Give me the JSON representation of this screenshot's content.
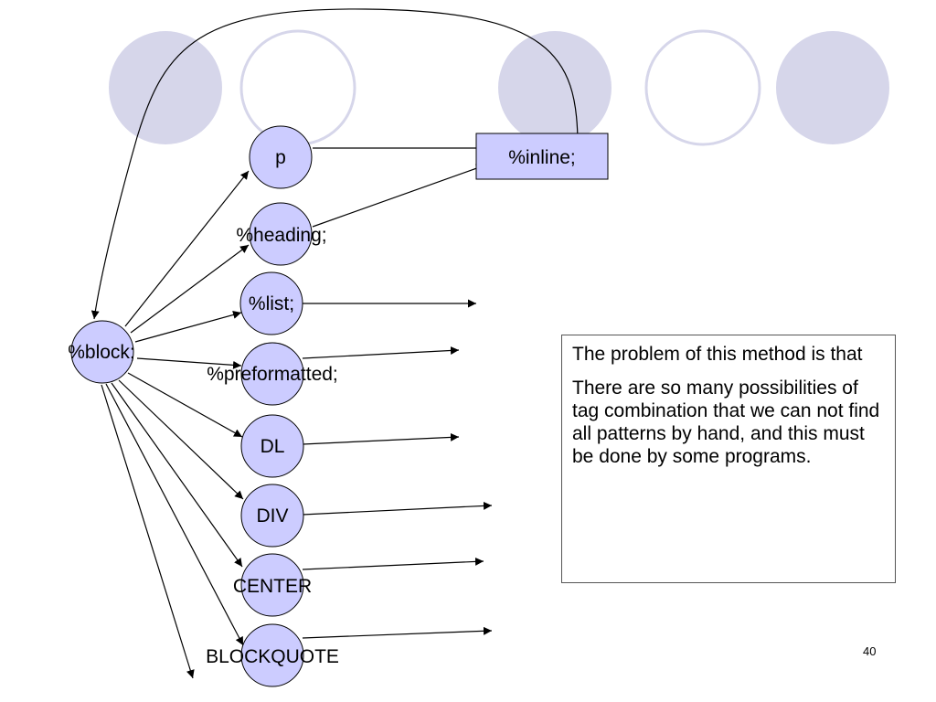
{
  "colors": {
    "node_fill": "#ccccff",
    "deco_fill": "#d6d6ea",
    "deco_stroke": "#d6d6ea",
    "edge": "#000000"
  },
  "nodes": {
    "block": "%block;",
    "p": "p",
    "heading": "%heading;",
    "list": "%list;",
    "preformatted": "%preformatted;",
    "dl": "DL",
    "div": "DIV",
    "center": "CENTER",
    "blockquote": "BLOCKQUOTE",
    "inline": "%inline;"
  },
  "note": {
    "paragraph_1": "The problem of this method is that",
    "paragraph_2": "There are so many possibilities of tag combination that we can not find all patterns by hand, and this must be done by some programs."
  },
  "page_number": "40"
}
